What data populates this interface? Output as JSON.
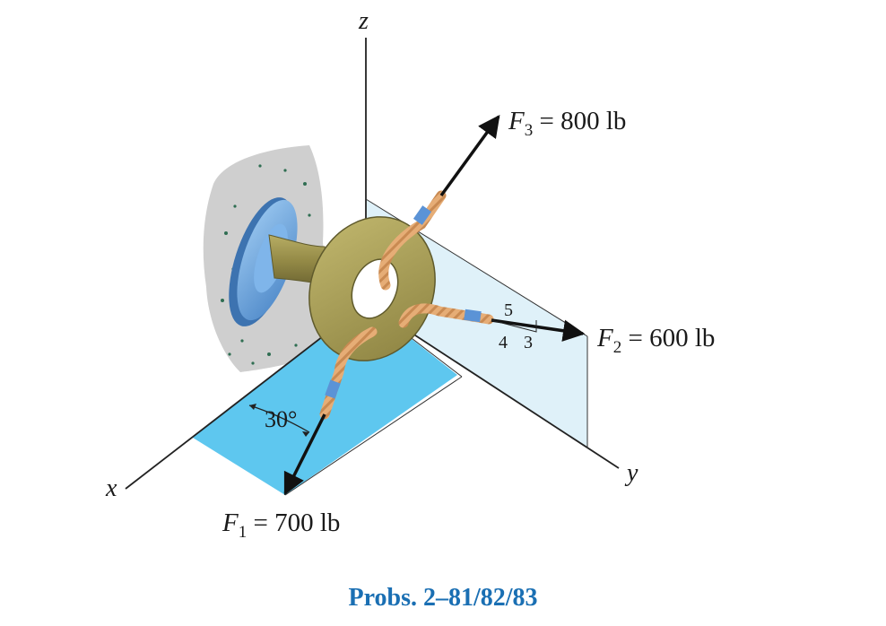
{
  "axes": {
    "x": "x",
    "y": "y",
    "z": "z"
  },
  "forces": {
    "f1": {
      "symbol": "F",
      "subscript": "1",
      "rest": " = 700 lb"
    },
    "f2": {
      "symbol": "F",
      "subscript": "2",
      "rest": " = 600 lb"
    },
    "f3": {
      "symbol": "F",
      "subscript": "3",
      "rest": " = 800 lb"
    }
  },
  "slope_triangle": {
    "hyp": "5",
    "run": "4",
    "rise": "3"
  },
  "angle_label": "30°",
  "caption": "Probs. 2–81/82/83",
  "colors": {
    "caption": "#1a6fb3",
    "floor_plane": "#5ec7ef",
    "wall_plane": "#dff1f9",
    "ring": "#a59b54",
    "rope": "#e2a66e",
    "rope_tape": "#5b93d6",
    "flange": "#6aa7e0"
  }
}
